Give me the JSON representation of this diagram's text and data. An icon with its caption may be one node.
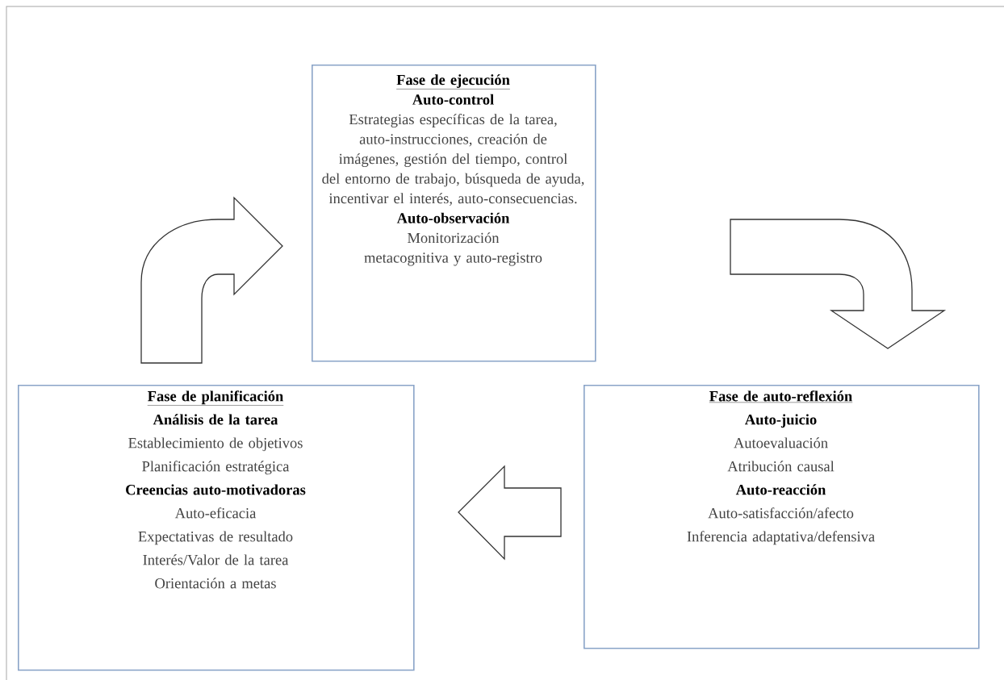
{
  "diagram": {
    "nodes": [
      {
        "text": [
          "Fase de ejecución",
          "Auto-control",
          "Estrategias específicas de la tarea, auto-instrucciones, creación de imágenes, gestión del tiempo, control del entorno de trabajo, búsqueda de ayuda, incentivar el interés, auto-consecuencias.",
          "Auto-observación",
          "Monitorización metacognitiva y auto-registro"
        ]
      },
      {
        "text": [
          "Fase de planificación",
          "Análisis de la tarea",
          "Establecimiento de objetivos",
          "Planificación estratégica",
          "Creencias auto-motivadoras",
          "Auto-eficacia",
          "Expectativas de resultado",
          "Interés/Valor de la tarea",
          "Orientación a metas"
        ]
      },
      {
        "text": [
          "Fase de auto-reflexión",
          "Auto-juicio",
          "Autoevaluación",
          "Atribución causal",
          "Auto-reacción",
          "Auto-satisfacción/afecto",
          "Inferencia adaptativa/defensiva"
        ]
      }
    ],
    "edges": [
      {
        "from": 1,
        "to": 0,
        "arrow": "to"
      },
      {
        "from": 0,
        "to": 2,
        "arrow": "to"
      },
      {
        "from": 2,
        "to": 1,
        "arrow": "to"
      }
    ]
  }
}
